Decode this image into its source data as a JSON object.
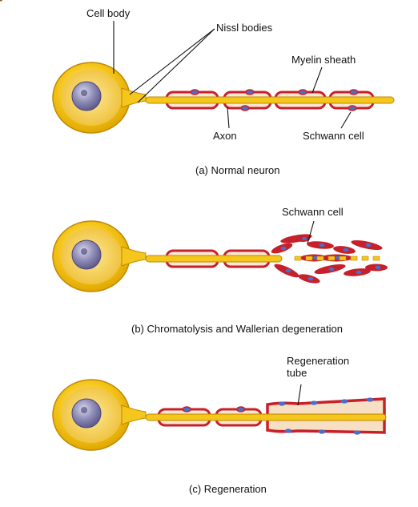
{
  "panels": [
    {
      "id": "a",
      "caption": "(a) Normal neuron",
      "labels": {
        "cell_body": "Cell body",
        "nissl_bodies": "Nissl bodies",
        "myelin_sheath": "Myelin sheath",
        "axon": "Axon",
        "schwann_cell": "Schwann cell"
      }
    },
    {
      "id": "b",
      "caption": "(b) Chromatolysis and Wallerian degeneration",
      "labels": {
        "schwann_cell": "Schwann cell"
      }
    },
    {
      "id": "c",
      "caption": "(c) Regeneration",
      "labels": {
        "regeneration_tube": "Regeneration\ntube"
      }
    }
  ],
  "colors": {
    "neuron_fill": "#f5c61c",
    "neuron_edge": "#c08a00",
    "nucleus": "#8a87b0",
    "nissl": "#8a5a14",
    "myelin": "#c8202a",
    "schwann_nucleus": "#4a6fc4",
    "tube_fill": "#f6dfc2"
  }
}
